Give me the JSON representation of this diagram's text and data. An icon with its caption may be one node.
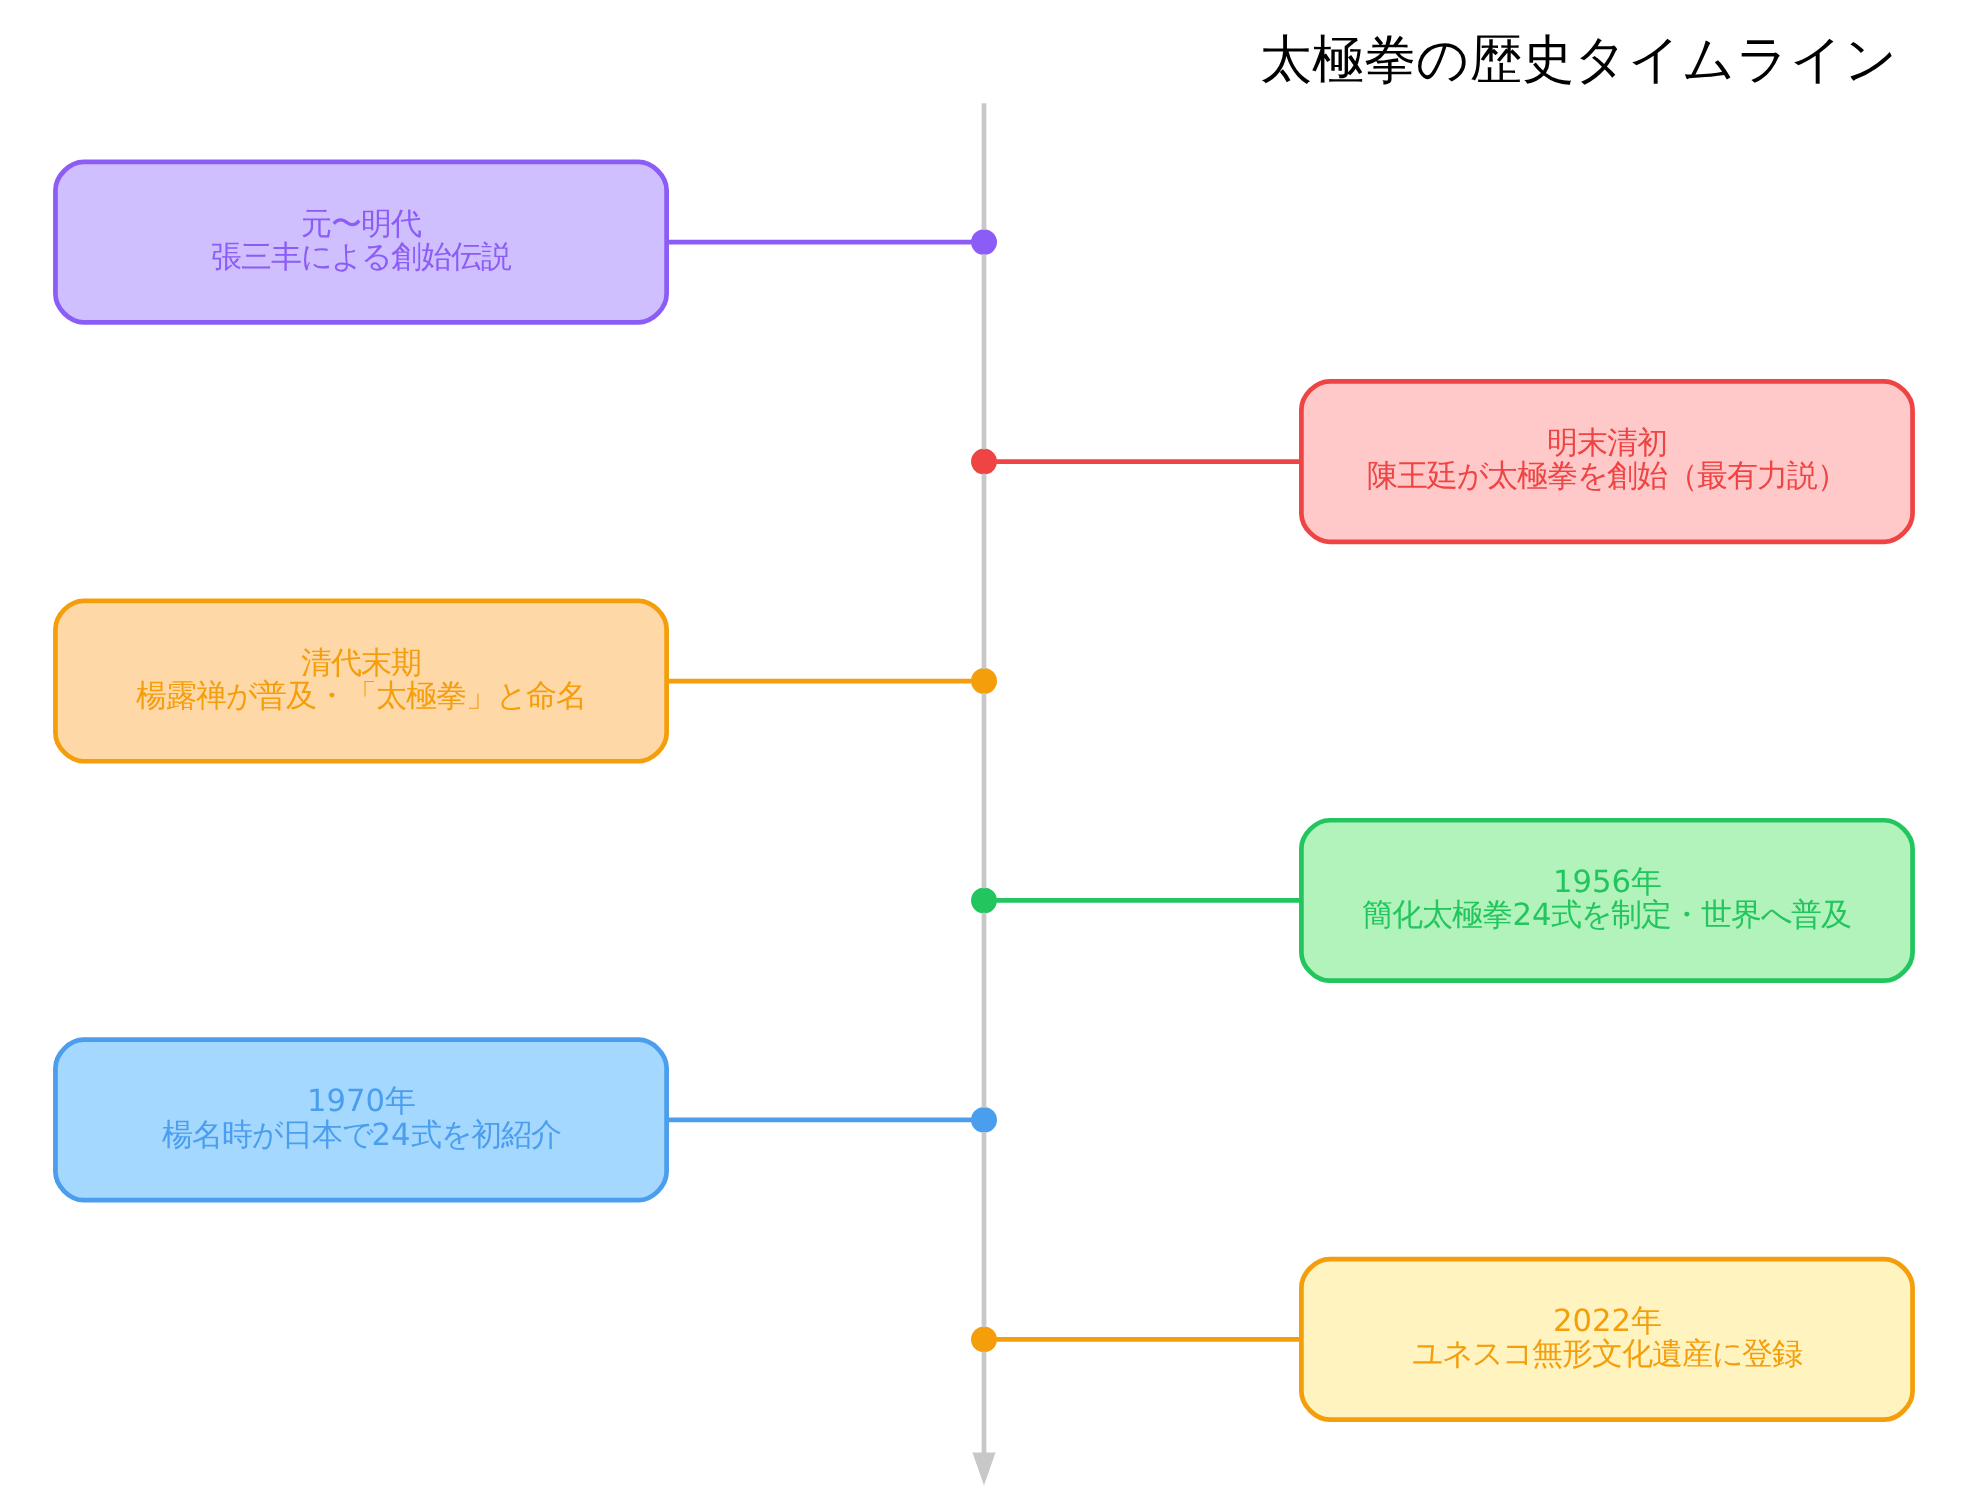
{
  "diagram": {
    "title": "太極拳の歴史タイムライン",
    "nodes": [
      {
        "text": [
          "元〜明代",
          "張三丰による創始伝説"
        ]
      },
      {
        "text": [],
        "shape": "circle"
      },
      {
        "text": [
          "明末清初",
          "陳王廷が太極拳を創始（最有力説）"
        ]
      },
      {
        "text": [],
        "shape": "circle"
      },
      {
        "text": [
          "清代末期",
          "楊露禅が普及・「太極拳」と命名"
        ]
      },
      {
        "text": [],
        "shape": "circle"
      },
      {
        "text": [
          "1956年",
          "簡化太極拳24式を制定・世界へ普及"
        ]
      },
      {
        "text": [],
        "shape": "circle"
      },
      {
        "text": [
          "1970年",
          "楊名時が日本で24式を初紹介"
        ]
      },
      {
        "text": [],
        "shape": "circle"
      },
      {
        "text": [
          "2022年",
          "ユネスコ無形文化遺産に登録"
        ]
      },
      {
        "text": [],
        "shape": "circle"
      }
    ],
    "edges": [
      {
        "from": 0,
        "to": 1,
        "arrow": "none",
        "color": "#8b5cf6"
      },
      {
        "from": 3,
        "to": 2,
        "arrow": "none",
        "color": "#ef4444"
      },
      {
        "from": 4,
        "to": 5,
        "arrow": "none",
        "color": "#f59e0b"
      },
      {
        "from": 7,
        "to": 6,
        "arrow": "none",
        "color": "#22c55e"
      },
      {
        "from": 8,
        "to": 9,
        "arrow": "none",
        "color": "#4a9eed"
      },
      {
        "from": 11,
        "to": 10,
        "arrow": "none",
        "color": "#f59e0b"
      },
      {
        "from": null,
        "to": 1,
        "arrow": "none",
        "color": "#c8c8c8"
      },
      {
        "from": 1,
        "to": 3,
        "arrow": "none",
        "color": "#c8c8c8"
      },
      {
        "from": 3,
        "to": 5,
        "arrow": "none",
        "color": "#c8c8c8"
      },
      {
        "from": 5,
        "to": 7,
        "arrow": "none",
        "color": "#c8c8c8"
      },
      {
        "from": 7,
        "to": 9,
        "arrow": "none",
        "color": "#c8c8c8"
      },
      {
        "from": 9,
        "to": 11,
        "arrow": "none",
        "color": "#c8c8c8"
      },
      {
        "from": 11,
        "to": null,
        "arrow": "to",
        "color": "#c8c8c8"
      }
    ]
  }
}
